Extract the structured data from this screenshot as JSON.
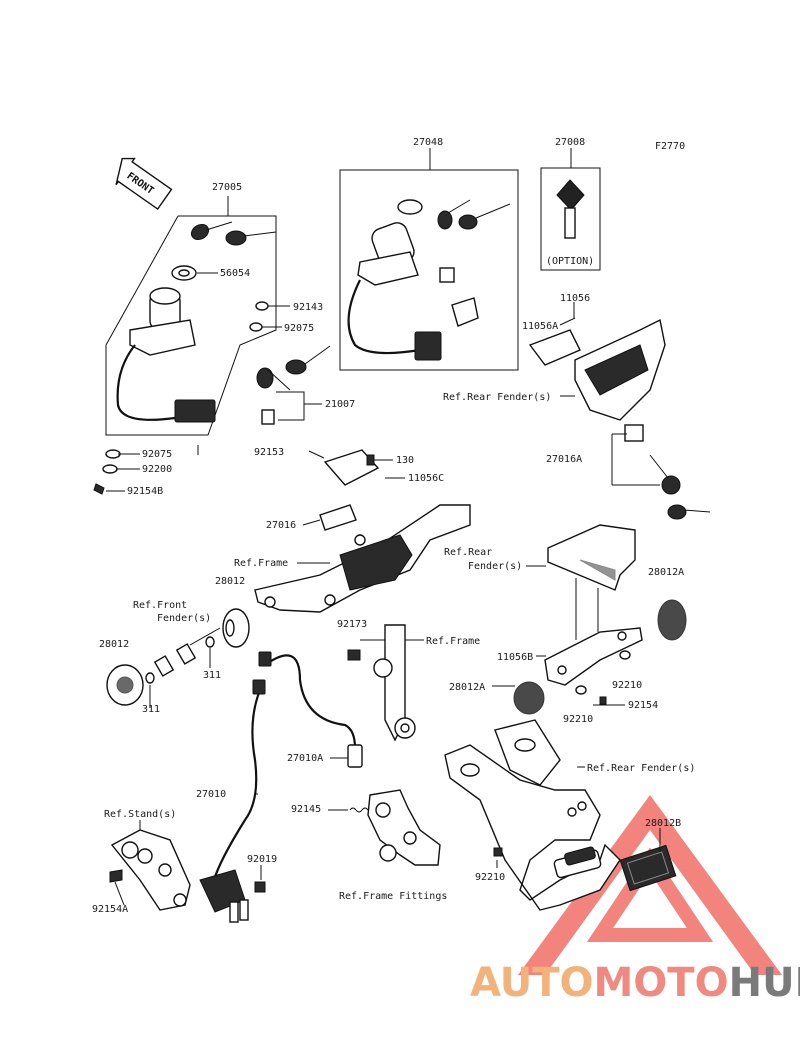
{
  "figure_code": "F2770",
  "front_arrow_text": "FRONT",
  "option_text": "(OPTION)",
  "labels": {
    "l27005": "27005",
    "l56054": "56054",
    "l92143": "92143",
    "l92075a": "92075",
    "l92075b": "92075",
    "l92200": "92200",
    "l92154B": "92154B",
    "l27048": "27048",
    "l27008": "27008",
    "l11056": "11056",
    "l11056A": "11056A",
    "l21007": "21007",
    "refRearFender1": "Ref.Rear Fender(s)",
    "l27016A": "27016A",
    "l92153": "92153",
    "l130": "130",
    "l11056C": "11056C",
    "l27016": "27016",
    "refFrame1": "Ref.Frame",
    "refRear2a": "Ref.Rear",
    "refRear2b": "Fender(s)",
    "l28012a": "28012",
    "l28012A1": "28012A",
    "refFrontFender1": "Ref.Front",
    "refFrontFender2": "Fender(s)",
    "l28012b": "28012",
    "l311a": "311",
    "l311b": "311",
    "l92173": "92173",
    "refFrame2": "Ref.Frame",
    "l11056B": "11056B",
    "l92210a": "92210",
    "l28012A2": "28012A",
    "l92210b": "92210",
    "l92154": "92154",
    "l27010A": "27010A",
    "refRearFender3": "Ref.Rear Fender(s)",
    "l27010": "27010",
    "l92145": "92145",
    "refStand": "Ref.Stand(s)",
    "l28012B": "28012B",
    "l92019": "92019",
    "l92210c": "92210",
    "l92154A": "92154A",
    "refFrameFittings": "Ref.Frame Fittings"
  },
  "watermark": {
    "part1": "AUTO",
    "part2": "MOTO",
    "part3": "HUB",
    "colors": {
      "part1": "#f2b27a",
      "part2": "#f08a80",
      "part3": "#7a7a7a",
      "triangle": "#ee5a52"
    }
  }
}
